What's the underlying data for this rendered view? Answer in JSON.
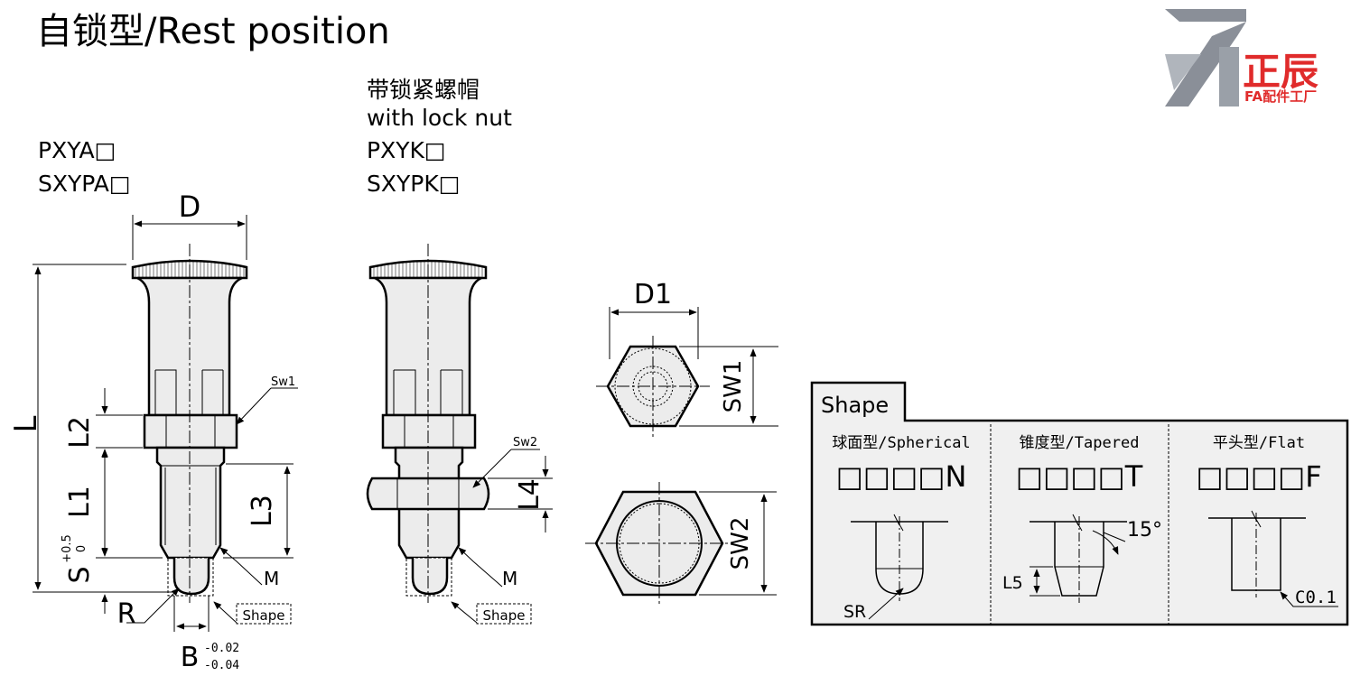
{
  "title": "自锁型/Rest position",
  "logo": {
    "cn": "正辰",
    "sub": "FA配件工厂"
  },
  "variant_a": {
    "codes": [
      "PXYA□",
      "SXYPA□"
    ]
  },
  "variant_k": {
    "caption_cn": "带锁紧螺帽",
    "caption_en": "with lock nut",
    "codes": [
      "PXYK□",
      "SXYPK□"
    ]
  },
  "dims": {
    "D": "D",
    "L": "L",
    "L1": "L1",
    "L2": "L2",
    "L3": "L3",
    "L4": "L4",
    "S": "S",
    "S_tol_up": "+0.5",
    "S_tol_low": "0",
    "R": "R",
    "B": "B",
    "B_tol_up": "-0.02",
    "B_tol_low": "-0.04",
    "M_a": "M",
    "M_k": "M",
    "Sw1": "Sw1",
    "Sw2": "Sw2",
    "shape_a": "Shape",
    "shape_k": "Shape",
    "D1": "D1",
    "SW1": "SW1",
    "SW2": "SW2"
  },
  "shape_table": {
    "tab": "Shape",
    "columns": [
      {
        "label": "球面型/Spherical",
        "code": "□□□□N",
        "note1": "SR",
        "note2": ""
      },
      {
        "label": "锥度型/Tapered",
        "code": "□□□□T",
        "note1": "L5",
        "note2": "15°"
      },
      {
        "label": "平头型/Flat",
        "code": "□□□□F",
        "note1": "C0.1",
        "note2": ""
      }
    ]
  },
  "colors": {
    "logo_red": "#e02b2b",
    "logo_grey": "#8a8f98",
    "part_fill": "#ececec",
    "panel_fill": "#f0f0f0"
  }
}
